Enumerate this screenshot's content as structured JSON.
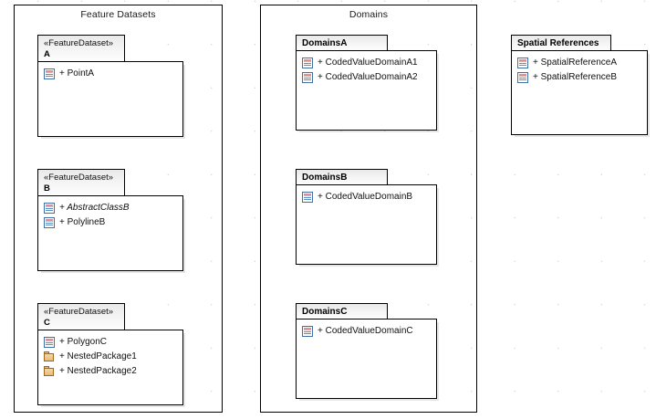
{
  "diagram": {
    "type": "uml-package-diagram",
    "background": "#ffffff",
    "grid": "dotted"
  },
  "frames": [
    {
      "id": "feature-datasets",
      "title": "Feature Datasets"
    },
    {
      "id": "domains",
      "title": "Domains"
    }
  ],
  "packages": [
    {
      "id": "feature-dataset-a",
      "stereotype": "«FeatureDataset»",
      "name": "A",
      "members": [
        {
          "visibility": "+",
          "label": "+ PointA",
          "icon": "class-icon",
          "abstract": false
        }
      ]
    },
    {
      "id": "feature-dataset-b",
      "stereotype": "«FeatureDataset»",
      "name": "B",
      "members": [
        {
          "visibility": "+",
          "label": "+ AbstractClassB",
          "icon": "class-icon",
          "abstract": true
        },
        {
          "visibility": "+",
          "label": "+ PolylineB",
          "icon": "class-icon",
          "abstract": false
        }
      ]
    },
    {
      "id": "feature-dataset-c",
      "stereotype": "«FeatureDataset»",
      "name": "C",
      "members": [
        {
          "visibility": "+",
          "label": "+ PolygonC",
          "icon": "class-icon",
          "abstract": false
        },
        {
          "visibility": "+",
          "label": "+ NestedPackage1",
          "icon": "package-icon",
          "abstract": false
        },
        {
          "visibility": "+",
          "label": "+ NestedPackage2",
          "icon": "package-icon",
          "abstract": false
        }
      ]
    },
    {
      "id": "domains-a",
      "stereotype": "",
      "name": "DomainsA",
      "members": [
        {
          "visibility": "+",
          "label": "+ CodedValueDomainA1",
          "icon": "class-icon",
          "abstract": false
        },
        {
          "visibility": "+",
          "label": "+ CodedValueDomainA2",
          "icon": "class-icon",
          "abstract": false
        }
      ]
    },
    {
      "id": "domains-b",
      "stereotype": "",
      "name": "DomainsB",
      "members": [
        {
          "visibility": "+",
          "label": "+ CodedValueDomainB",
          "icon": "class-icon",
          "abstract": false
        }
      ]
    },
    {
      "id": "domains-c",
      "stereotype": "",
      "name": "DomainsC",
      "members": [
        {
          "visibility": "+",
          "label": "+ CodedValueDomainC",
          "icon": "class-icon",
          "abstract": false
        }
      ]
    },
    {
      "id": "spatial-references",
      "stereotype": "",
      "name": "Spatial References",
      "members": [
        {
          "visibility": "+",
          "label": "+ SpatialReferenceA",
          "icon": "class-icon",
          "abstract": false
        },
        {
          "visibility": "+",
          "label": "+ SpatialReferenceB",
          "icon": "class-icon",
          "abstract": false
        }
      ]
    }
  ],
  "colors": {
    "frame_border": "#000000",
    "package_border": "#000000",
    "tab_fill_top": "#e9e9e9",
    "tab_fill_bottom": "#fdfdfd",
    "body_fill": "#ffffff",
    "class_icon_blue": "#3f6fa8",
    "package_icon_tan": "#e8bb7d",
    "grid_dot": "#c9c9cf",
    "text": "#101010"
  }
}
